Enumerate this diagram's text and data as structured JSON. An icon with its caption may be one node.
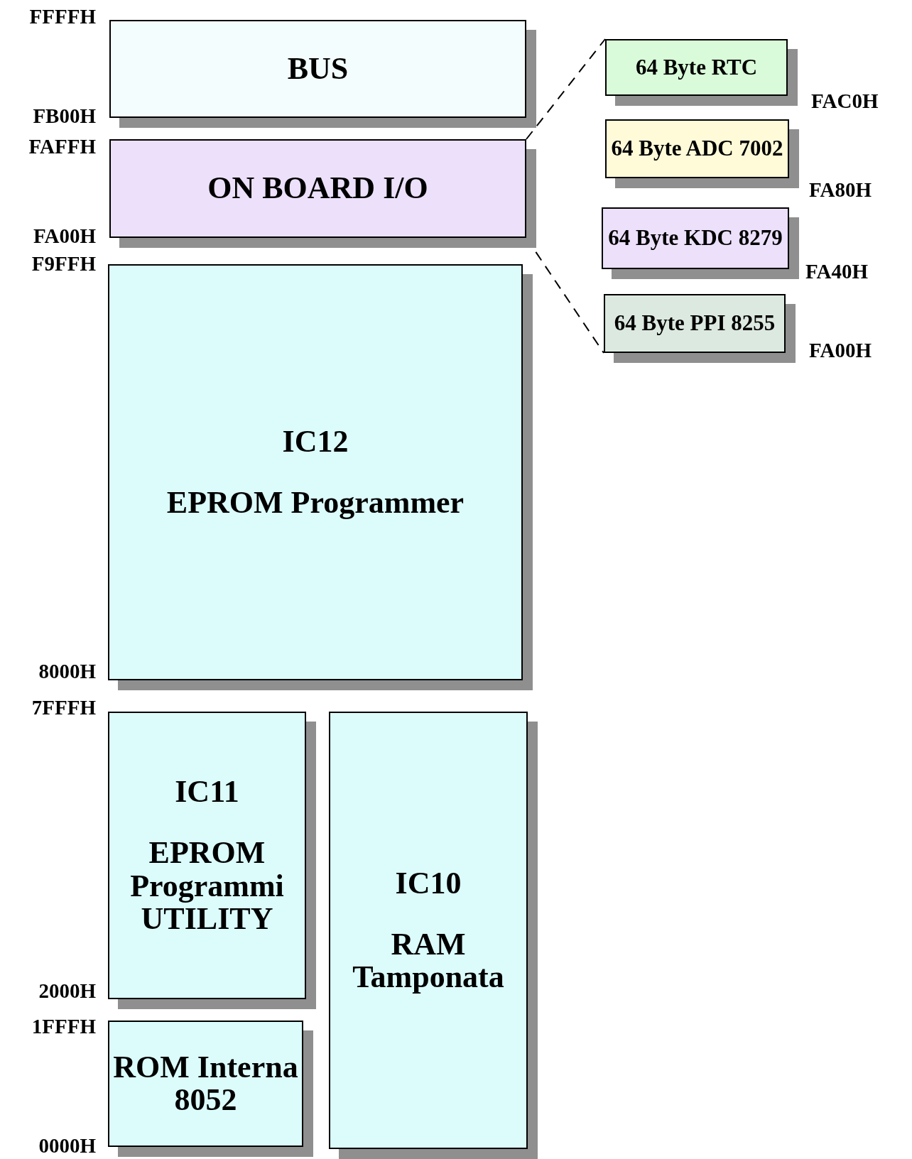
{
  "diagram": {
    "nodes": [
      {
        "text": [
          "BUS"
        ]
      },
      {
        "text": [
          "ON BOARD I/O"
        ]
      },
      {
        "text": [
          "IC12",
          "EPROM Programmer"
        ]
      },
      {
        "text": [
          "IC11",
          "EPROM Programmi UTILITY"
        ]
      },
      {
        "text": [
          "ROM Interna 8052"
        ]
      },
      {
        "text": [
          "IC10",
          "RAM Tamponata"
        ]
      },
      {
        "text": [
          "64 Byte RTC"
        ]
      },
      {
        "text": [
          "64 Byte ADC 7002"
        ]
      },
      {
        "text": [
          "64 Byte KDC 8279"
        ]
      },
      {
        "text": [
          "64 Byte PPI 8255"
        ]
      }
    ],
    "edges": [
      {
        "from": 1,
        "to": 6,
        "arrow": "none",
        "style": "dashed"
      },
      {
        "from": 1,
        "to": 9,
        "arrow": "none",
        "style": "dashed"
      }
    ],
    "labels": [
      "FFFFH",
      "FB00H",
      "FAFFH",
      "FA00H",
      "F9FFH",
      "8000H",
      "7FFFH",
      "2000H",
      "1FFFH",
      "0000H",
      "FAC0H",
      "FA80H",
      "FA40H",
      "FA00H"
    ]
  }
}
